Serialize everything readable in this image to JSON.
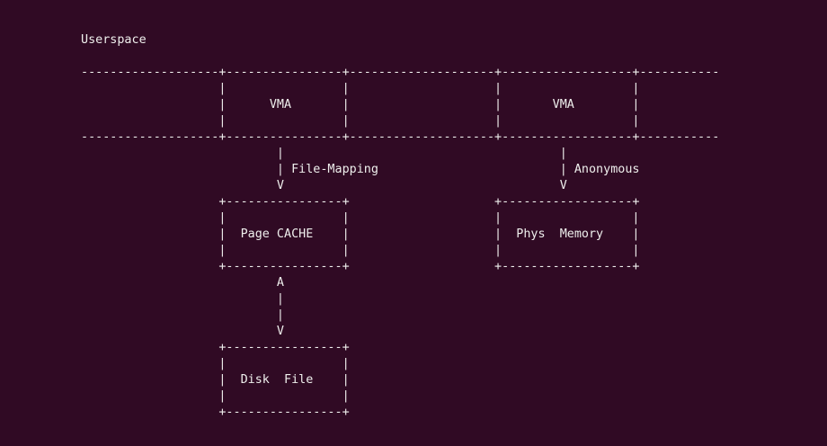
{
  "colors": {
    "background": "#300a24",
    "text": "#eeeeec"
  },
  "lines": [
    "Userspace",
    "",
    "-------------------+----------------+--------------------+------------------+-----------",
    "                   |                |                    |                  |",
    "                   |      VMA       |                    |       VMA        |",
    "                   |                |                    |                  |",
    "-------------------+----------------+--------------------+------------------+-----------",
    "                           |                                      |",
    "                           | File-Mapping                         | Anonymous",
    "                           V                                      V",
    "                   +----------------+                    +------------------+",
    "                   |                |                    |                  |",
    "                   |  Page CACHE    |                    |  Phys  Memory    |",
    "                   |                |                    |                  |",
    "                   +----------------+                    +------------------+",
    "                           A",
    "                           |",
    "                           |",
    "                           V",
    "                   +----------------+",
    "                   |                |",
    "                   |  Disk  File    |",
    "                   |                |",
    "                   +----------------+"
  ]
}
